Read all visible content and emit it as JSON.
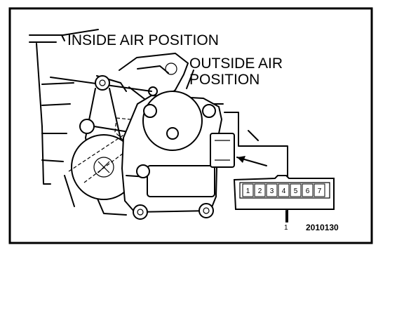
{
  "labels": {
    "inside_air": "INSIDE AIR POSITION",
    "outside_air_line1": "OUTSIDE AIR",
    "outside_air_line2": "POSITION",
    "connector_pin_label": "1",
    "figure_code": "2010130"
  },
  "connector": {
    "pins": [
      "1",
      "2",
      "3",
      "4",
      "5",
      "6",
      "7"
    ]
  },
  "colors": {
    "ink": "#000000",
    "background": "#ffffff"
  }
}
